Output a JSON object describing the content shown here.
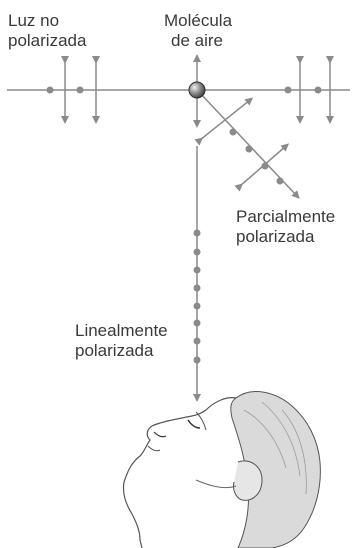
{
  "labels": {
    "unpolarized_line1": "Luz no",
    "unpolarized_line2": "polarizada",
    "molecule_line1": "Molécula",
    "molecule_line2": "de aire",
    "partial_line1": "Parcialmente",
    "partial_line2": "polarizada",
    "linear_line1": "Linealmente",
    "linear_line2": "polarizada"
  },
  "colors": {
    "line": "#8a8a8a",
    "dot": "#8a8a8a",
    "molecule_dark": "#4a4a4a",
    "molecule_light": "#d0d0d0",
    "head_fill": "#dcdcdc",
    "head_stroke": "#555555"
  }
}
